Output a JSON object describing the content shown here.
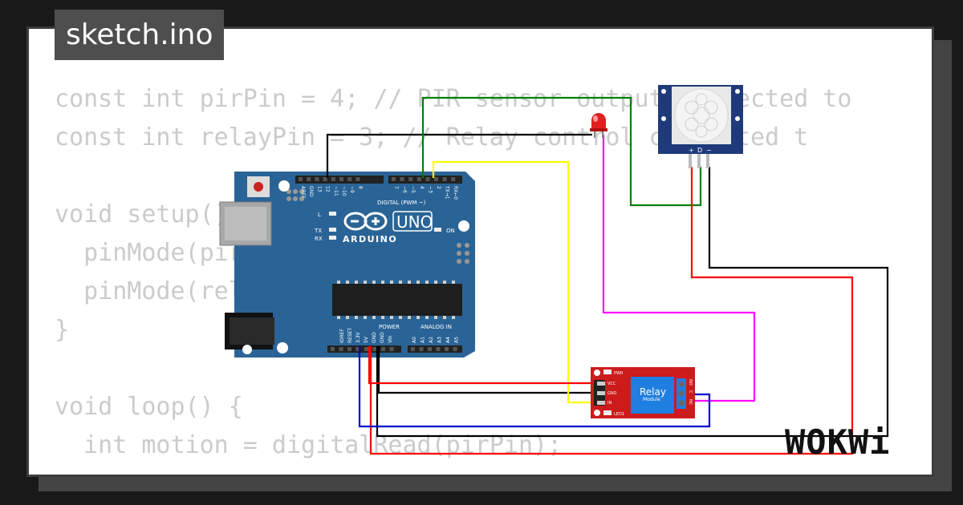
{
  "title": "sketch.ino",
  "code_lines": [
    "const int pirPin = 4; // PIR sensor output connected to",
    "const int relayPin = 3; // Relay control connected t",
    "",
    "void setup() {",
    "  pinMode(pirPin, INPUT);",
    "  pinMode(relayPin, OUTPUT);",
    "}",
    "",
    "void loop() {",
    "  int motion = digitalRead(pirPin);"
  ],
  "arduino": {
    "digital_pins": [
      "AREF",
      "GND",
      "13",
      "12",
      "~11",
      "~10",
      "~9",
      "8",
      "7",
      "~6",
      "~5",
      "4",
      "~3",
      "2",
      "TX→1",
      "RX←0"
    ],
    "digital_label": "DIGITAL (PWM ~)",
    "logo": "UNO",
    "brand": "ARDUINO",
    "led_l": "L",
    "led_tx": "TX",
    "led_rx": "RX",
    "led_on": "ON",
    "power_label": "POWER",
    "power_pins": [
      "IOREF",
      "RESET",
      "3.3V",
      "5V",
      "GND",
      "GND",
      "Vin"
    ],
    "analog_label": "ANALOG IN",
    "analog_pins": [
      "A0",
      "A1",
      "A2",
      "A3",
      "A4",
      "A5"
    ]
  },
  "pir": {
    "pins": [
      "+",
      "D",
      "−"
    ]
  },
  "relay": {
    "label": "Relay",
    "sublabel": "Module",
    "pwr": "PWR",
    "vcc": "VCC",
    "gnd": "GND",
    "in": "IN",
    "led1": "LED1",
    "contacts": [
      "NO",
      "C",
      "NC"
    ]
  },
  "brand_watermark": "WOKWi",
  "colors": {
    "board": "#2a6496",
    "relay_board": "#cc1b1b",
    "wire_green": "#008000",
    "wire_black": "#000000",
    "wire_yellow": "#ffff00",
    "wire_red": "#ff0000",
    "wire_magenta": "#ff00ff",
    "wire_blue": "#0000cc",
    "led_red": "#e02020"
  }
}
